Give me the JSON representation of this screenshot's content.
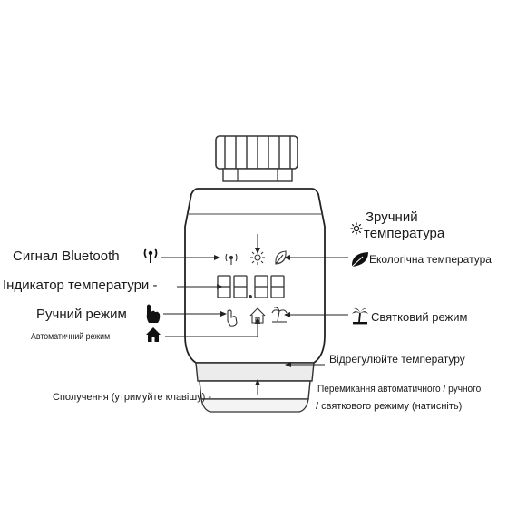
{
  "labels": {
    "bluetooth": "Сигнал Bluetooth",
    "temp_indicator": "Індикатор температури -",
    "manual_mode": "Ручний режим",
    "auto_mode": "Автоматичний режим",
    "comfort_line1": "Зручний",
    "comfort_line2": "температура",
    "eco": "Екологічна температура",
    "holiday": "Святковий режим",
    "adjust": "Відрегулюйте температуру",
    "pairing": "Сполучення (утримуйте клавішу) -",
    "switch_line1": "Перемикання автоматичного / ручного",
    "switch_line2": "/ святкового режиму (натисніть)"
  },
  "display": {
    "digits": "88.88"
  },
  "icons": [
    "bluetooth-icon",
    "sun-icon",
    "leaf-icon",
    "hand-icon",
    "house-icon",
    "palm-icon"
  ]
}
